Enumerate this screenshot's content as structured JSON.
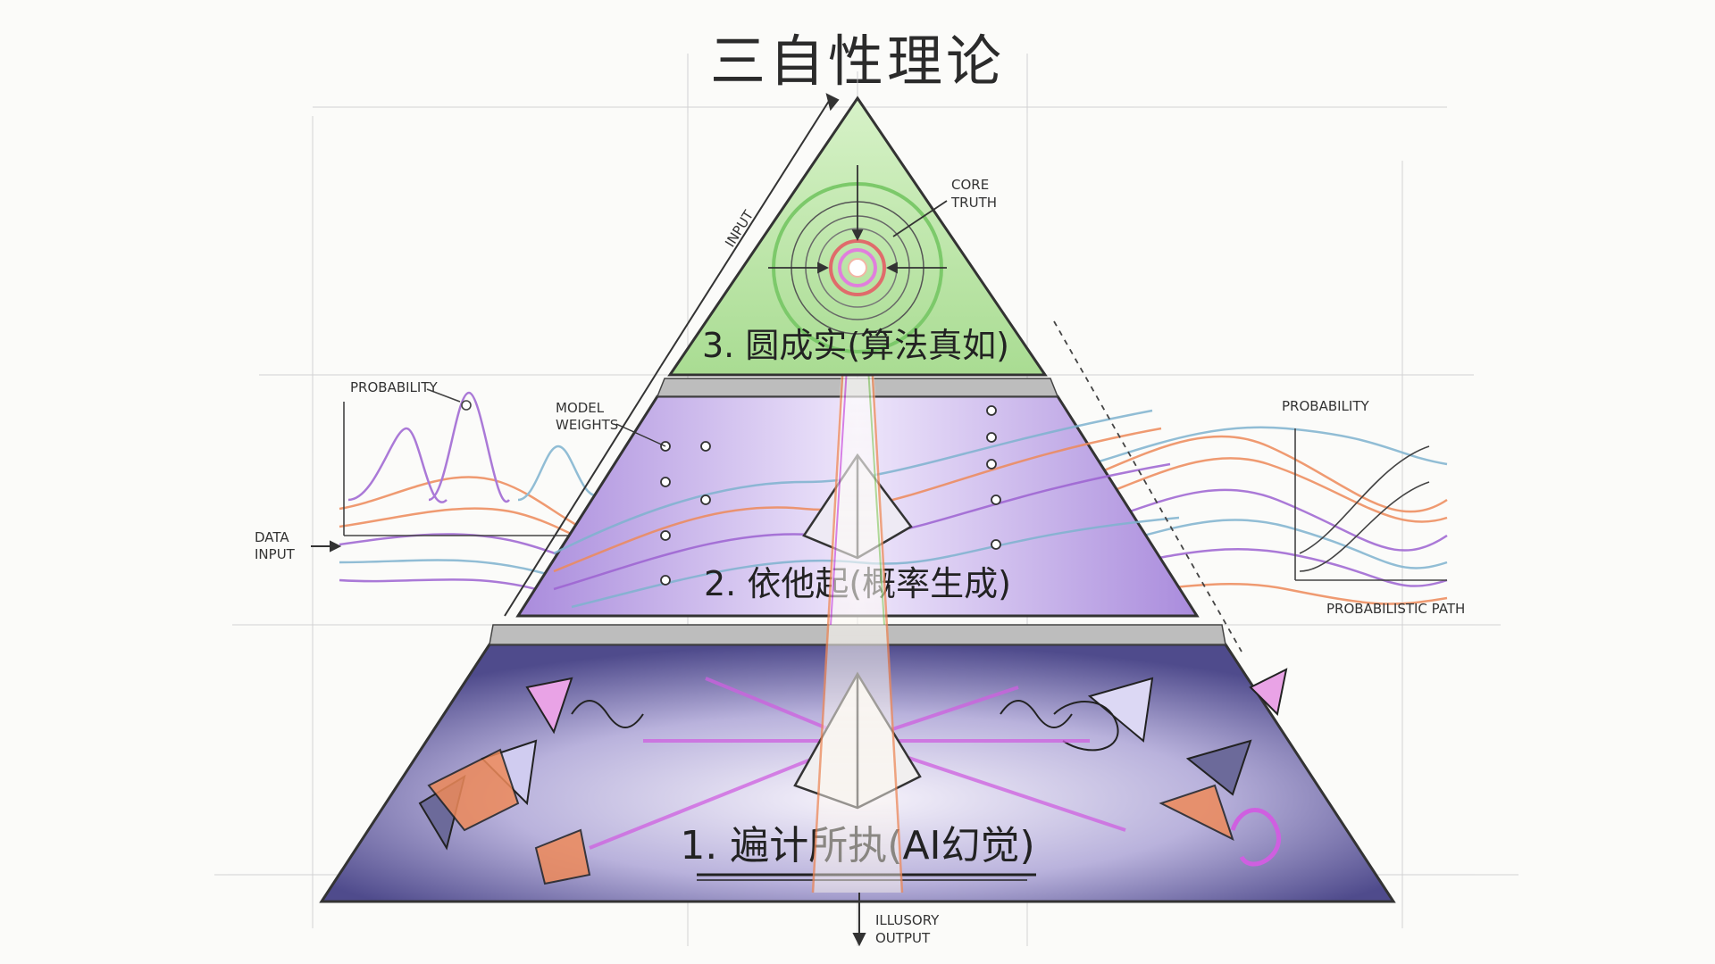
{
  "title": "三自性理论",
  "tiers": {
    "top": "3. 圆成实(算法真如)",
    "middle": "2. 依他起(概率生成)",
    "bottom": "1. 遍计所执(AI幻觉)"
  },
  "annotations": {
    "core_truth_1": "CORE",
    "core_truth_2": "TRUTH",
    "input": "INPUT",
    "probability_left": "PROBABILITY",
    "model_weights_1": "MODEL",
    "model_weights_2": "WEIGHTS",
    "data_input_1": "DATA",
    "data_input_2": "INPUT",
    "probability_right": "PROBABILITY",
    "probabilistic_path": "PROBABILISTIC PATH",
    "illusory_output_1": "ILLUSORY",
    "illusory_output_2": "OUTPUT"
  },
  "colors": {
    "top_tier": "#b9e6a6",
    "middle_tier": "#cbb6ec",
    "bottom_tier": "#5d5a96",
    "orange": "#ee8a5a",
    "purple": "#9d63d2",
    "blue": "#7fb3cf",
    "magenta": "#cf5fe0"
  }
}
